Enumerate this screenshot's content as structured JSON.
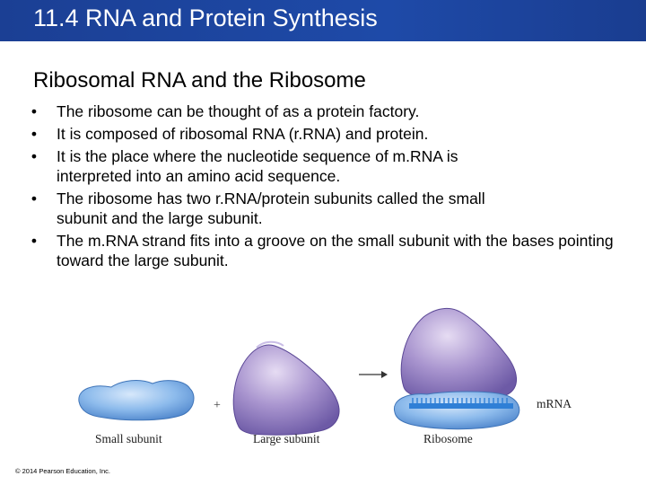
{
  "slide": {
    "title": "11.4 RNA and Protein Synthesis",
    "heading": "Ribosomal RNA and the Ribosome",
    "bullets": [
      "The ribosome can be thought of as a protein factory.",
      "It is composed of ribosomal RNA (r.RNA) and protein.",
      "It is the place where the nucleotide sequence of m.RNA is interpreted into an amino acid sequence.",
      "The ribosome has two r.RNA/protein subunits called the small subunit and the large subunit.",
      "The m.RNA strand fits into a groove on the small subunit with the bases pointing toward the large subunit."
    ],
    "bullet_glyph": "•"
  },
  "figure": {
    "small_label": "Small subunit",
    "large_label": "Large subunit",
    "ribosome_label": "Ribosome",
    "mrna_label": "mRNA",
    "plus_sign": "+",
    "colors": {
      "small_subunit": "#7fb2e8",
      "large_subunit": "#9a86c4",
      "mrna": "#2f7fd6"
    }
  },
  "footer": {
    "copyright": "© 2014 Pearson Education, Inc."
  }
}
